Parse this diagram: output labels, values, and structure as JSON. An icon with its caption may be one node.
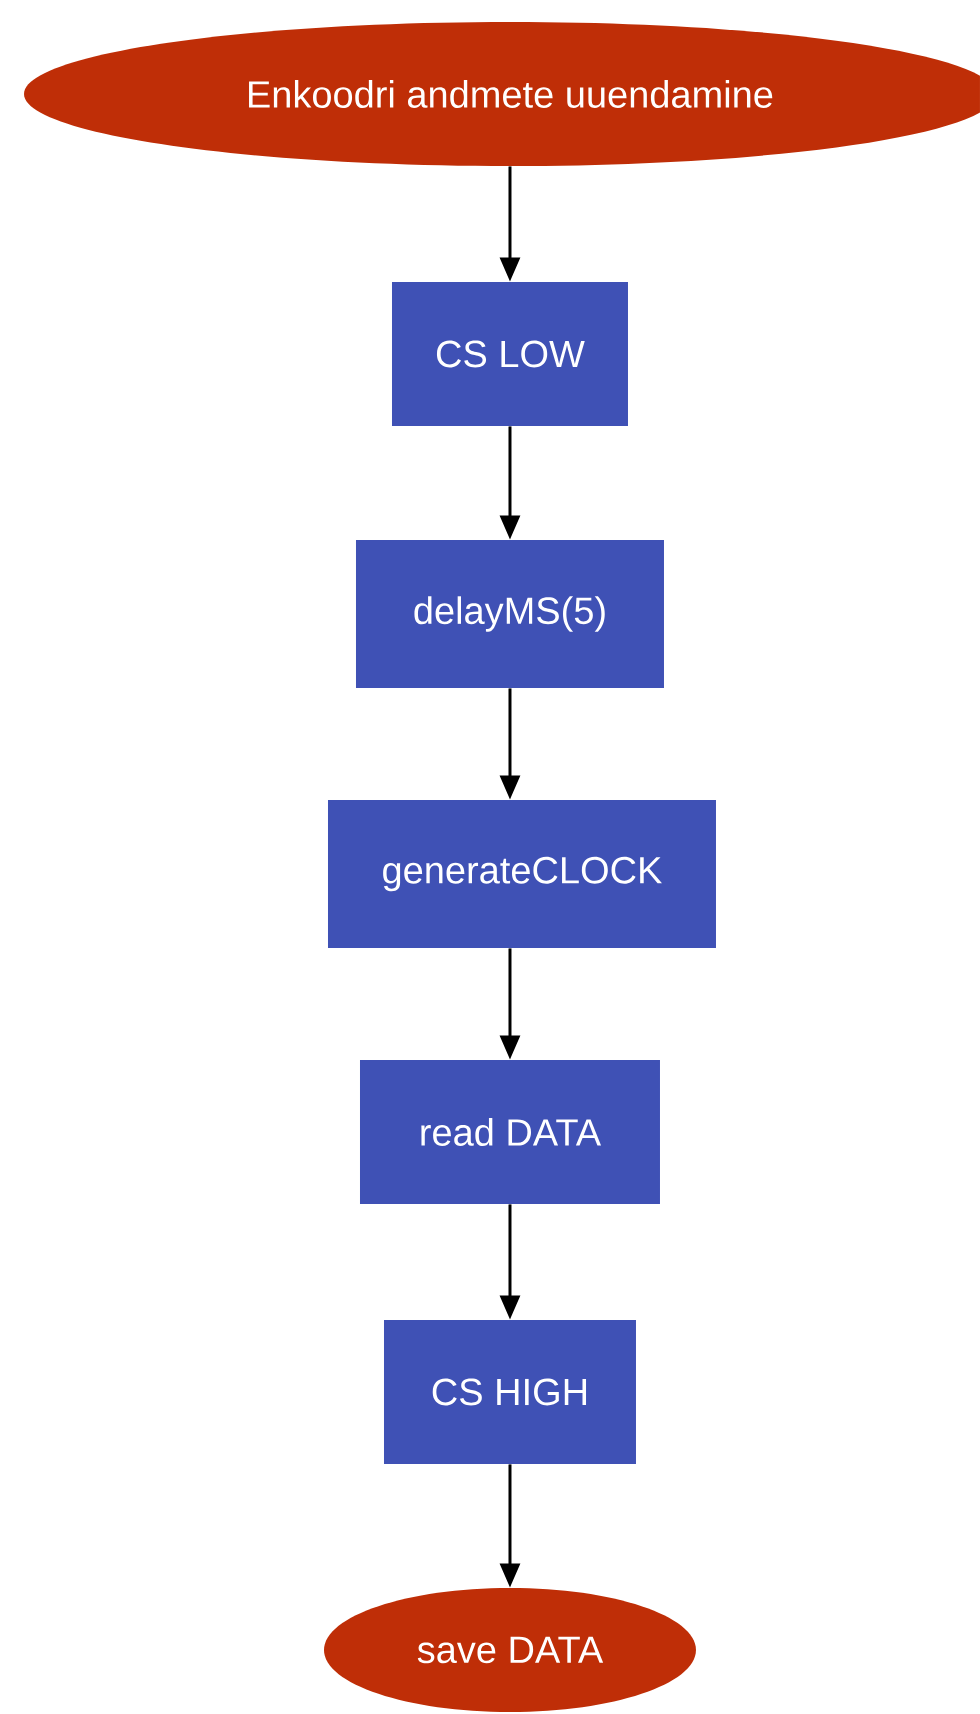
{
  "diagram": {
    "nodes": [
      {
        "text": [
          "Enkoodri andmete uuendamine"
        ]
      },
      {
        "text": [
          "CS LOW"
        ]
      },
      {
        "text": [
          "delayMS(5)"
        ]
      },
      {
        "text": [
          "generateCLOCK"
        ]
      },
      {
        "text": [
          "read DATA"
        ]
      },
      {
        "text": [
          "CS HIGH"
        ]
      },
      {
        "text": [
          "save DATA"
        ]
      }
    ],
    "edges": [
      {
        "from": 0,
        "to": 1,
        "arrow": "to"
      },
      {
        "from": 1,
        "to": 2,
        "arrow": "to"
      },
      {
        "from": 2,
        "to": 3,
        "arrow": "to"
      },
      {
        "from": 3,
        "to": 4,
        "arrow": "to"
      },
      {
        "from": 4,
        "to": 5,
        "arrow": "to"
      },
      {
        "from": 5,
        "to": 6,
        "arrow": "to"
      }
    ]
  }
}
